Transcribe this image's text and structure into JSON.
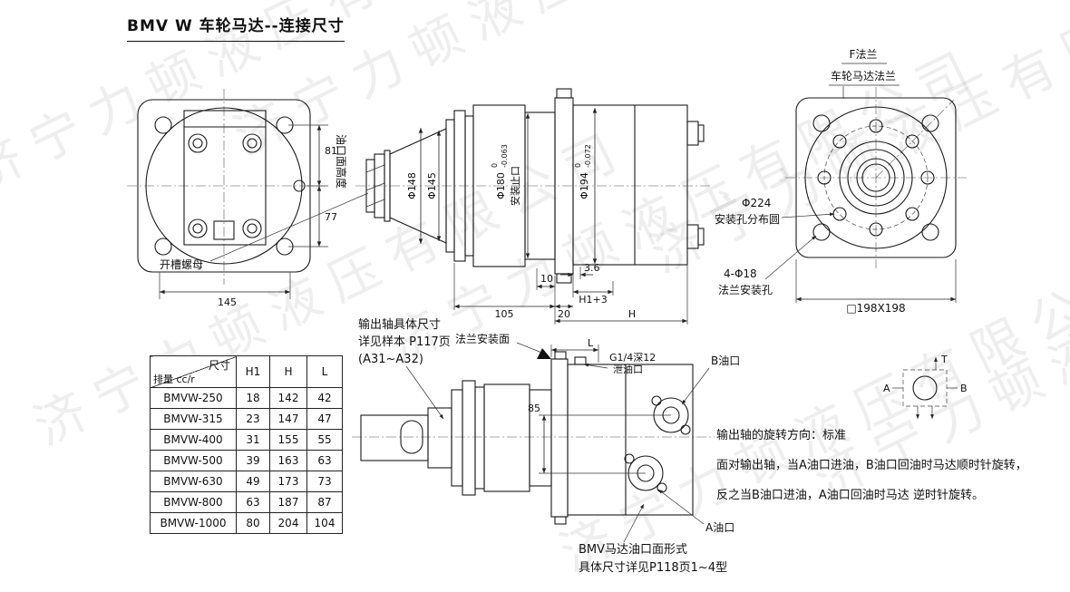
{
  "title": "BMV W 车轮马达--连接尺寸",
  "watermark": {
    "text": "济宁力顿液压有限公司"
  },
  "front_view": {
    "dim_81": "81",
    "dim_77": "77",
    "dim_145": "145",
    "oil_port_height_label": "油口面高度",
    "slotted_nut_label": "开槽螺母"
  },
  "side_view": {
    "dia_148": "Φ148",
    "dia_145": "Φ145",
    "dia_180": "Φ180",
    "dia_180_tol_upper": "0",
    "dia_180_tol_lower": "-0.063",
    "spigot_label": "安装止口",
    "dia_194": "Φ194",
    "dia_194_tol_upper": "0",
    "dia_194_tol_lower": "-0.072",
    "dim_10": "10",
    "dim_3_6": "3.6",
    "dim_h1_plus_3": "H1+3",
    "dim_105": "105",
    "dim_20": "20",
    "dim_h": "H"
  },
  "flange_view": {
    "f_flange_label": "F法兰",
    "wheel_motor_flange_label": "车轮马达法兰",
    "dia_224": "Φ224",
    "bolt_circle_label": "安装孔分布圆",
    "holes_label": "4-Φ18",
    "flange_holes_label": "法兰安装孔",
    "square_label": "□198X198"
  },
  "shaft_note": {
    "line1": "输出轴具体尺寸",
    "line2": "详见样本 P117页",
    "line3": "(A31~A32)"
  },
  "dim_table": {
    "header_size": "尺寸",
    "header_displacement": "排量 cc/r",
    "col_h1": "H1",
    "col_h": "H",
    "col_l": "L",
    "rows": [
      {
        "model": "BMVW-250",
        "h1": "18",
        "h": "142",
        "l": "42"
      },
      {
        "model": "BMVW-315",
        "h1": "23",
        "h": "147",
        "l": "47"
      },
      {
        "model": "BMVW-400",
        "h1": "31",
        "h": "155",
        "l": "55"
      },
      {
        "model": "BMVW-500",
        "h1": "39",
        "h": "163",
        "l": "63"
      },
      {
        "model": "BMVW-630",
        "h1": "49",
        "h": "173",
        "l": "73"
      },
      {
        "model": "BMVW-800",
        "h1": "63",
        "h": "187",
        "l": "87"
      },
      {
        "model": "BMVW-1000",
        "h1": "80",
        "h": "204",
        "l": "104"
      }
    ]
  },
  "port_view": {
    "flange_face_label": "法兰安装面",
    "dim_l": "L",
    "drain_port_line1": "G1/4深12",
    "drain_port_line2": "泄油口",
    "dim_85": "85",
    "port_b_label": "B油口",
    "port_a_label": "A油口"
  },
  "port_note": {
    "line1": "BMV马达油口面形式",
    "line2": "具体尺寸详见P118页1~4型"
  },
  "rotation_note": {
    "line1": "输出轴的旋转方向：标准",
    "line2": "面对输出轴，当A油口进油，B油口回油时马达顺时针旋转，",
    "line3": "反之当B油口进油，A油口回油时马达 逆时针旋转。"
  },
  "schematic": {
    "port_t": "T",
    "port_a": "A",
    "port_b": "B"
  }
}
